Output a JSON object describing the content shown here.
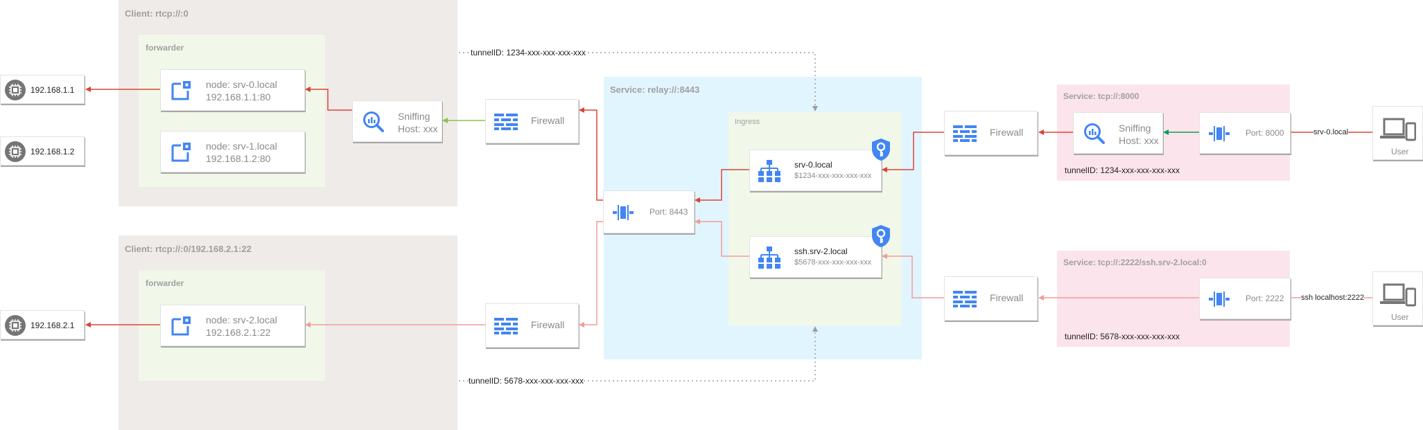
{
  "colors": {
    "client_zone": "#efebe9",
    "forwarder_zone": "#f1f8e9",
    "relay_zone": "#e1f5fe",
    "service_zone": "#fce4ec",
    "edge_red": "#db4437",
    "edge_pink": "#f19c99",
    "edge_green": "#0f9d58",
    "edge_light_green": "#8bc34a",
    "icon_blue": "#4285f4",
    "icon_gray": "#757575"
  },
  "zones": {
    "client1_title": "Client: rtcp://:0",
    "client2_title": "Client: rtcp://:0/192.168.2.1:22",
    "forwarder1_title": "forwarder",
    "forwarder2_title": "forwarder",
    "relay_title": "Service: relay://:8443",
    "ingress_title": "Ingress",
    "service1_title": "Service: tcp://:8000",
    "service2_title": "Service: tcp://:2222/ssh.srv-2.local:0"
  },
  "hosts": {
    "host1": "192.168.1.1",
    "host2": "192.168.1.2",
    "host3": "192.168.2.1"
  },
  "nodes": {
    "n0_name": "node: srv-0.local",
    "n0_addr": "192.168.1.1:80",
    "n1_name": "node: srv-1.local",
    "n1_addr": "192.168.1.2:80",
    "n2_name": "node: srv-2.local",
    "n2_addr": "192.168.2.1:22"
  },
  "sniffing": {
    "left_line1": "Sniffing",
    "left_line2": "Host: xxx",
    "right_line1": "Sniffing",
    "right_line2": "Host: xxx"
  },
  "firewalls": {
    "fw_left_top": "Firewall",
    "fw_left_bottom": "Firewall",
    "fw_right_top": "Firewall",
    "fw_right_bottom": "Firewall"
  },
  "ports": {
    "relay_port": "Port: 8443",
    "port_8000": "Port: 8000",
    "port_2222": "Port: 2222"
  },
  "ingress_rules": {
    "rule0_host": "srv-0.local",
    "rule0_tunnel": "$1234-xxx-xxx-xxx-xxx",
    "rule1_host": "ssh.srv-2.local",
    "rule1_tunnel": "$5678-xxx-xxx-xxx-xxx"
  },
  "users": {
    "user_top": "User",
    "user_bottom": "User"
  },
  "edge_labels": {
    "tunnel_top": "tunnelID: 1234-xxx-xxx-xxx-xxx",
    "tunnel_bottom": "tunnelID: 5678-xxx-xxx-xxx-xxx",
    "user_top_edge": "srv-0.local",
    "user_bottom_edge": "ssh localhost:2222"
  },
  "service_tunnels": {
    "service1_tunnel": "tunnelID: 1234-xxx-xxx-xxx-xxx",
    "service2_tunnel": "tunnelID: 5678-xxx-xxx-xxx-xxx"
  }
}
